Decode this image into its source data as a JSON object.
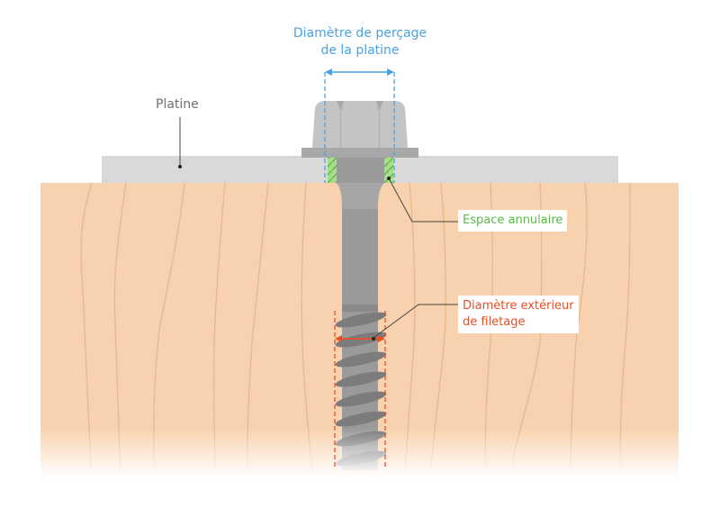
{
  "diagram": {
    "title_line1": "Diamètre de perçage",
    "title_line2": "de la platine",
    "labels": {
      "platine": "Platine",
      "espace_annulaire": "Espace annulaire",
      "diametre_ext_line1": "Diamètre extérieur",
      "diametre_ext_line2": "de filetage"
    },
    "colors": {
      "wood": "#f8d2ae",
      "wood_grain": "#e3b890",
      "plate": "#d9d9d9",
      "screw_head": "#c4c4c4",
      "screw_flange": "#a8a8a8",
      "screw_shank": "#9a9a9a",
      "annular_gap": "#a8dc8e",
      "annular_hatch": "#5cb946",
      "blue_dimension": "#4aa3e0",
      "red_dimension": "#e94e24",
      "leader_line": "#444444"
    }
  }
}
